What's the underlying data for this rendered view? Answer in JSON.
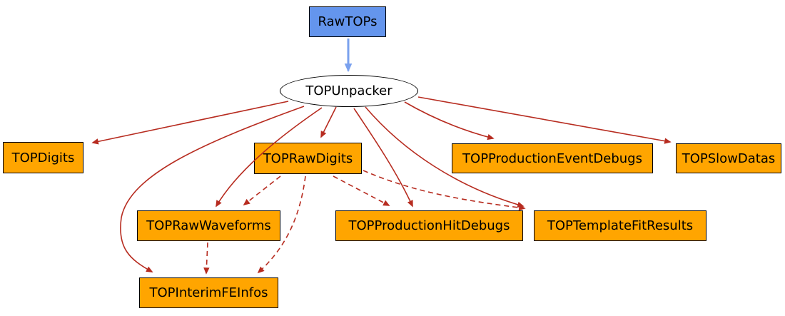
{
  "diagram": {
    "type": "dependency-graph",
    "nodes": {
      "rawtops": {
        "label": "RawTOPs",
        "shape": "box",
        "fill": "#6495ED"
      },
      "topunpacker": {
        "label": "TOPUnpacker",
        "shape": "ellipse",
        "fill": "#FFFFFF"
      },
      "topdigits": {
        "label": "TOPDigits",
        "shape": "box",
        "fill": "#FFA500"
      },
      "toprawdigits": {
        "label": "TOPRawDigits",
        "shape": "box",
        "fill": "#FFA500"
      },
      "topproductioneventdebugs": {
        "label": "TOPProductionEventDebugs",
        "shape": "box",
        "fill": "#FFA500"
      },
      "topslowdatas": {
        "label": "TOPSlowDatas",
        "shape": "box",
        "fill": "#FFA500"
      },
      "toprawwaveforms": {
        "label": "TOPRawWaveforms",
        "shape": "box",
        "fill": "#FFA500"
      },
      "topproductionhitdebugs": {
        "label": "TOPProductionHitDebugs",
        "shape": "box",
        "fill": "#FFA500"
      },
      "toptemplatefitresults": {
        "label": "TOPTemplateFitResults",
        "shape": "box",
        "fill": "#FFA500"
      },
      "topinterimfeinfos": {
        "label": "TOPInterimFEInfos",
        "shape": "box",
        "fill": "#FFA500"
      }
    },
    "edges": [
      {
        "from": "RawTOPs",
        "to": "TOPUnpacker",
        "style": "solid",
        "color": "#7AA1EE"
      },
      {
        "from": "TOPUnpacker",
        "to": "TOPDigits",
        "style": "solid",
        "color": "#B72C20"
      },
      {
        "from": "TOPUnpacker",
        "to": "TOPRawDigits",
        "style": "solid",
        "color": "#B72C20"
      },
      {
        "from": "TOPUnpacker",
        "to": "TOPRawWaveforms",
        "style": "solid",
        "color": "#B72C20"
      },
      {
        "from": "TOPUnpacker",
        "to": "TOPInterimFEInfos",
        "style": "solid",
        "color": "#B72C20"
      },
      {
        "from": "TOPUnpacker",
        "to": "TOPProductionHitDebugs",
        "style": "solid",
        "color": "#B72C20"
      },
      {
        "from": "TOPUnpacker",
        "to": "TOPTemplateFitResults",
        "style": "solid",
        "color": "#B72C20"
      },
      {
        "from": "TOPUnpacker",
        "to": "TOPProductionEventDebugs",
        "style": "solid",
        "color": "#B72C20"
      },
      {
        "from": "TOPUnpacker",
        "to": "TOPSlowDatas",
        "style": "solid",
        "color": "#B72C20"
      },
      {
        "from": "TOPRawDigits",
        "to": "TOPRawWaveforms",
        "style": "dashed",
        "color": "#B72C20"
      },
      {
        "from": "TOPRawDigits",
        "to": "TOPInterimFEInfos",
        "style": "dashed",
        "color": "#B72C20"
      },
      {
        "from": "TOPRawDigits",
        "to": "TOPProductionHitDebugs",
        "style": "dashed",
        "color": "#B72C20"
      },
      {
        "from": "TOPRawDigits",
        "to": "TOPTemplateFitResults",
        "style": "dashed",
        "color": "#B72C20"
      },
      {
        "from": "TOPRawWaveforms",
        "to": "TOPInterimFEInfos",
        "style": "dashed",
        "color": "#B72C20"
      }
    ],
    "colors": {
      "background": "#FFFFFF",
      "box_fill": "#FFA500",
      "input_box_fill": "#6495ED",
      "node_border": "#000000",
      "edge_red": "#B72C20",
      "edge_blue": "#7AA1EE",
      "text": "#000000"
    }
  }
}
